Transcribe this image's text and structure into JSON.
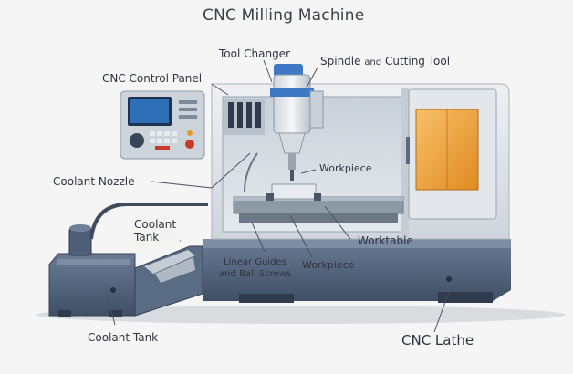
{
  "title": "CNC Milling Machine",
  "labels": {
    "tool_changer": "Tool Changer",
    "spindle_prefix": "Spindle ",
    "spindle_and": "and",
    "spindle_suffix": " Cutting Tool",
    "control_panel": "CNC Control Panel",
    "coolant_nozzle": "Coolant Nozzle",
    "workpiece_top": "Workpiece",
    "coolant_tank_upper_line1": "Coolant",
    "coolant_tank_upper_line2": "Tank",
    "worktable": "Worktable",
    "linear_guides_line1": "Linear Guides",
    "linear_guides_line2": "and Ball Screws",
    "workpiece_bottom": "Workpiece",
    "coolant_tank_bottom": "Coolant Tank",
    "cnc_lathe": "CNC Lathe"
  },
  "colors": {
    "machine_body": "#dfe3e8",
    "machine_base": "#4e5f78",
    "screen": "#2e6fb8",
    "door_window": "#f0a63a",
    "spindle_blue": "#3e77c4",
    "panel_buttons_red": "#c83a2a",
    "panel_buttons_orange": "#e49a2a"
  }
}
